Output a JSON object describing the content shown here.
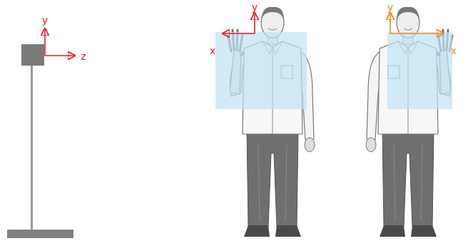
{
  "diagram": {
    "labels": [
      "y",
      "z",
      "y",
      "x",
      "y",
      "x"
    ]
  }
}
